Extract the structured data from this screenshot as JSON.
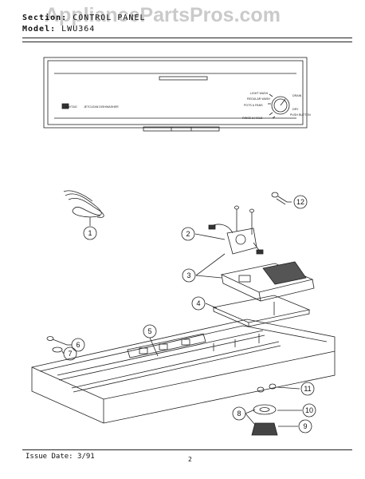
{
  "header": {
    "section_label": "Section:",
    "section_value": "CONTROL PANEL",
    "model_label": "Model:",
    "model_value": "LWU364"
  },
  "watermark": "AppliancePartsPros.com",
  "panel_labels": {
    "brand": "MAYTAG",
    "series": "JETCLEAN DISHWASHER",
    "cycles": [
      "LIGHT WASH",
      "REGULAR WASH",
      "POTS & PANS",
      "RINSE & HOLD"
    ],
    "right": [
      "DRAIN",
      "DRY",
      "PUSH BUTTON"
    ]
  },
  "callouts": [
    "1",
    "2",
    "3",
    "4",
    "5",
    "6",
    "7",
    "8",
    "9",
    "10",
    "11",
    "12"
  ],
  "footer": {
    "issue": "Issue Date: 3/91",
    "page": "2"
  }
}
